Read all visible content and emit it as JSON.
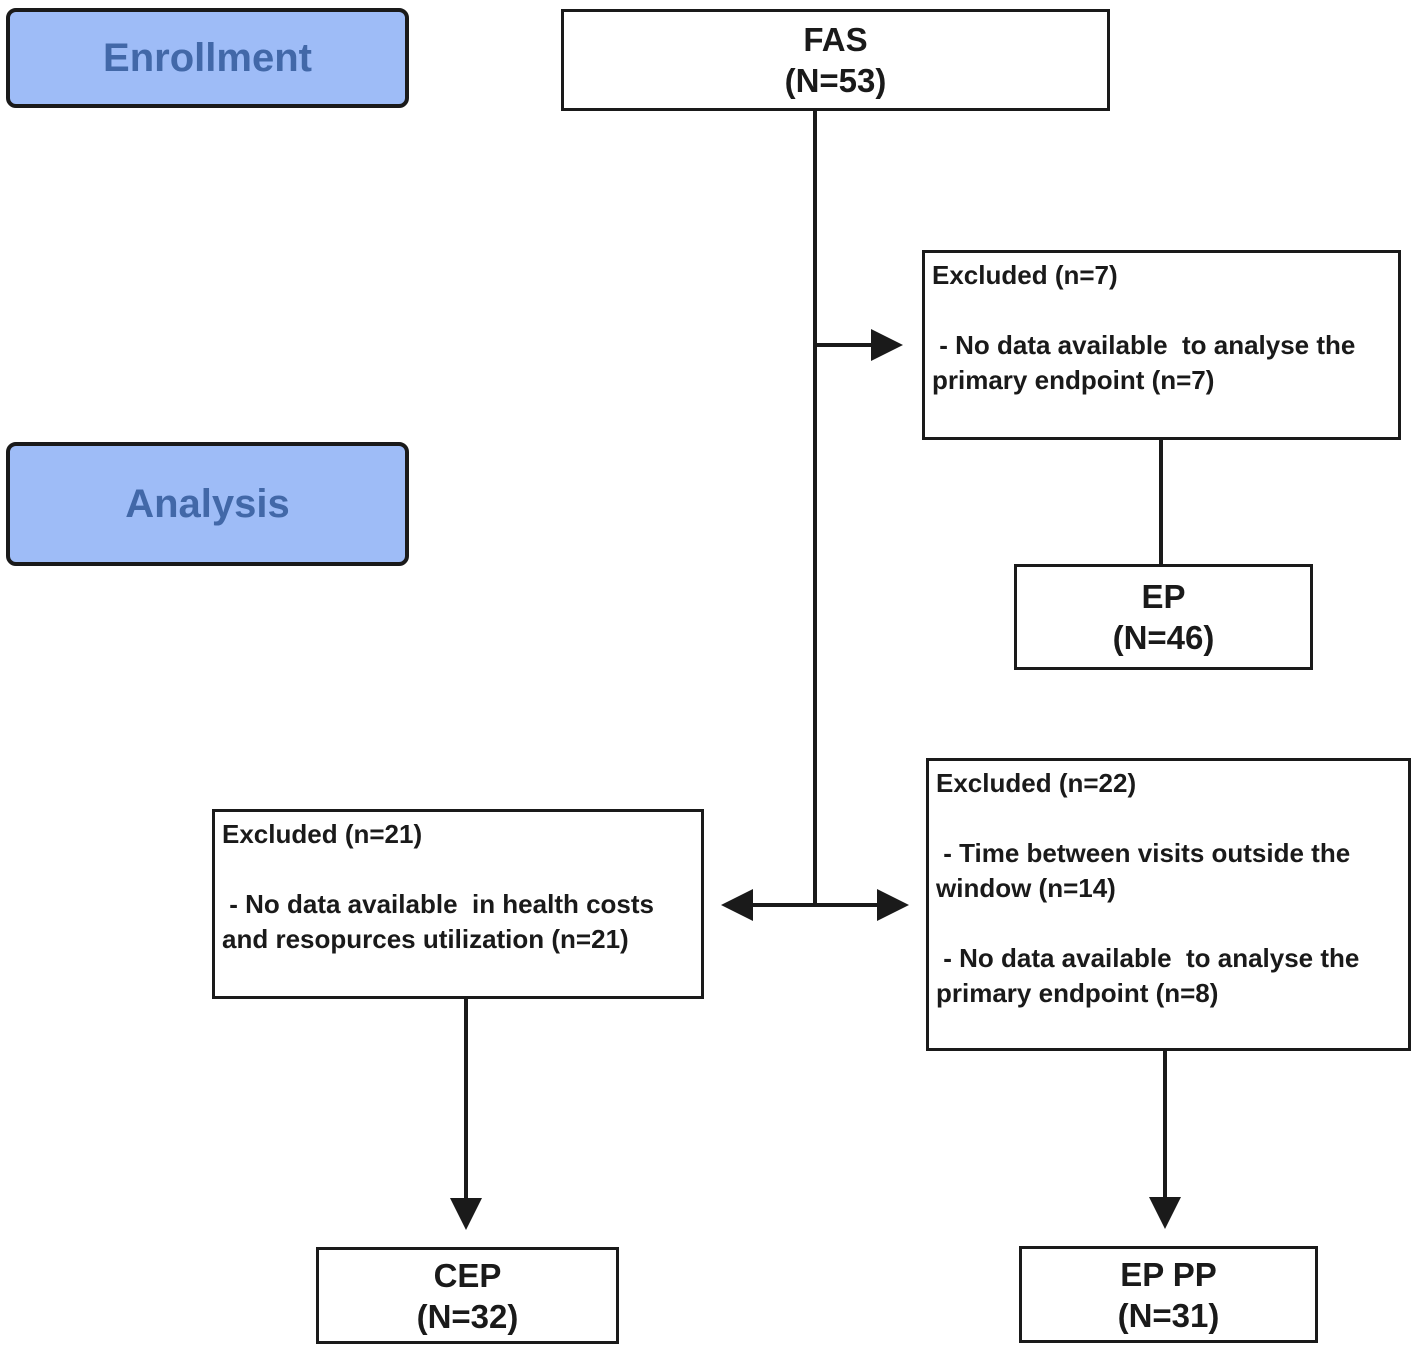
{
  "stages": {
    "enrollment": "Enrollment",
    "analysis": "Analysis"
  },
  "nodes": {
    "fas": {
      "title": "FAS",
      "count": "(N=53)"
    },
    "ep": {
      "title": "EP",
      "count": "(N=46)"
    },
    "cep": {
      "title": "CEP",
      "count": "(N=32)"
    },
    "ep_pp": {
      "title": "EP PP",
      "count": "(N=31)"
    }
  },
  "exclusions": {
    "excl_7": {
      "title": "Excluded (n=7)",
      "reason1_line1": " - No data available  to analyse the",
      "reason1_line2": "primary endpoint (n=7)"
    },
    "excl_21": {
      "title": "Excluded (n=21)",
      "reason1_line1": " - No data available  in health costs",
      "reason1_line2": "and resopurces utilization (n=21)"
    },
    "excl_22": {
      "title": "Excluded (n=22)",
      "reason1_line1": " - Time between visits outside the",
      "reason1_line2": "window (n=14)",
      "reason2_line1": " - No data available  to analyse the",
      "reason2_line2": "primary endpoint (n=8)"
    }
  },
  "colors": {
    "stage_fill": "#9ebcf7",
    "stage_text": "#4268a8",
    "line": "#1a1a1a"
  }
}
